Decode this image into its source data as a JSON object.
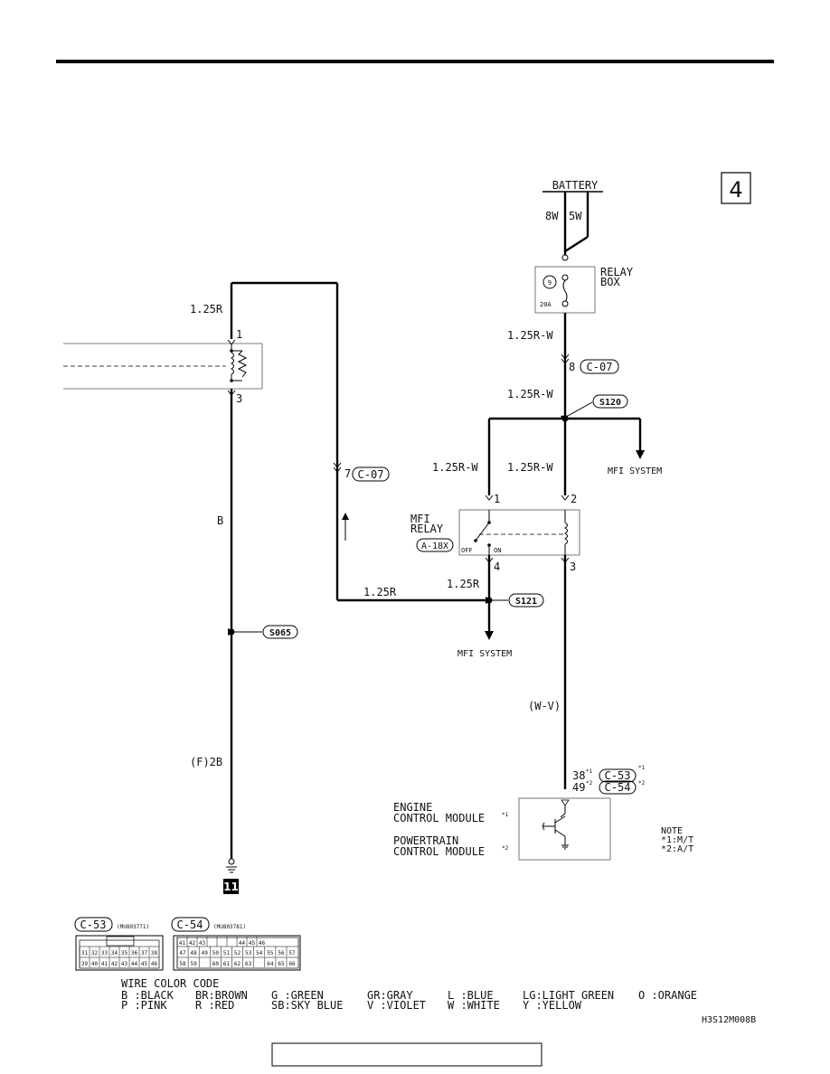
{
  "page_box_number": "4",
  "battery": {
    "label": "BATTERY",
    "wire_left": "8W",
    "wire_right": "5W"
  },
  "relay_box": {
    "label_line1": "RELAY",
    "label_line2": "BOX",
    "fuse_number": "9",
    "fuse_rating": "20A"
  },
  "wires": {
    "w_relaybox_out": "1.25R-W",
    "w_c07_pin": "8",
    "w_c07_conn": "C-07",
    "w_after_c07": "1.25R-W",
    "w_branch_left": "1.25R-W",
    "w_branch_right": "1.25R-W",
    "w_left_top": "1.25R",
    "w_left_pin7": "7",
    "w_left_conn": "C-07",
    "w_bottom_left": "1.25R",
    "w_bottom_right": "1.25R",
    "w_vertical_b": "B",
    "w_ground": "(F)2B",
    "w_ecu": "(W-V)"
  },
  "splices": {
    "s120": "S120",
    "s121": "S121",
    "s065": "S065"
  },
  "mfi_system_label": "MFI SYSTEM",
  "mfi_relay": {
    "label_line1": "MFI",
    "label_line2": "RELAY",
    "connector": "A-18X",
    "pin1": "1",
    "pin2": "2",
    "pin3": "3",
    "pin4": "4",
    "off": "OFF",
    "on": "ON"
  },
  "component_left": {
    "pin_top": "1",
    "pin_bottom": "3"
  },
  "ground_number": "11",
  "ecu": {
    "pin_c53": "38",
    "pin_c54": "49",
    "mark1": "*1",
    "mark2": "*2",
    "conn_c53": "C-53",
    "conn_c54": "C-54",
    "engine_line1": "ENGINE",
    "engine_line2": "CONTROL MODULE",
    "power_line1": "POWERTRAIN",
    "power_line2": "CONTROL MODULE"
  },
  "note": {
    "title": "NOTE",
    "line1": "*1:M/T",
    "line2": "*2:A/T"
  },
  "connector_diagrams": {
    "c53": {
      "name": "C-53",
      "part": "(MU803771)",
      "row1": [
        "31",
        "32",
        "33",
        "34",
        "35",
        "36",
        "37",
        "38"
      ],
      "row2": [
        "39",
        "40",
        "41",
        "42",
        "43",
        "44",
        "45",
        "46"
      ]
    },
    "c54": {
      "name": "C-54",
      "part": "(MU803781)",
      "row1": [
        "41",
        "42",
        "43",
        "",
        "",
        "",
        "44",
        "45",
        "46"
      ],
      "row2": [
        "47",
        "48",
        "49",
        "50",
        "51",
        "52",
        "53",
        "54",
        "55",
        "56",
        "57"
      ],
      "row3": [
        "58",
        "59",
        "",
        "60",
        "61",
        "62",
        "63",
        "",
        "64",
        "65",
        "66"
      ]
    }
  },
  "wire_color_code": {
    "title": "WIRE COLOR CODE",
    "row1": [
      "B :BLACK",
      "BR:BROWN",
      "G :GREEN",
      "GR:GRAY",
      "L :BLUE",
      "LG:LIGHT GREEN",
      "O :ORANGE"
    ],
    "row2": [
      "P :PINK",
      "R :RED",
      "SB:SKY BLUE",
      "V :VIOLET",
      "W :WHITE",
      "Y :YELLOW"
    ]
  },
  "figure_code": "H3S12M008B"
}
